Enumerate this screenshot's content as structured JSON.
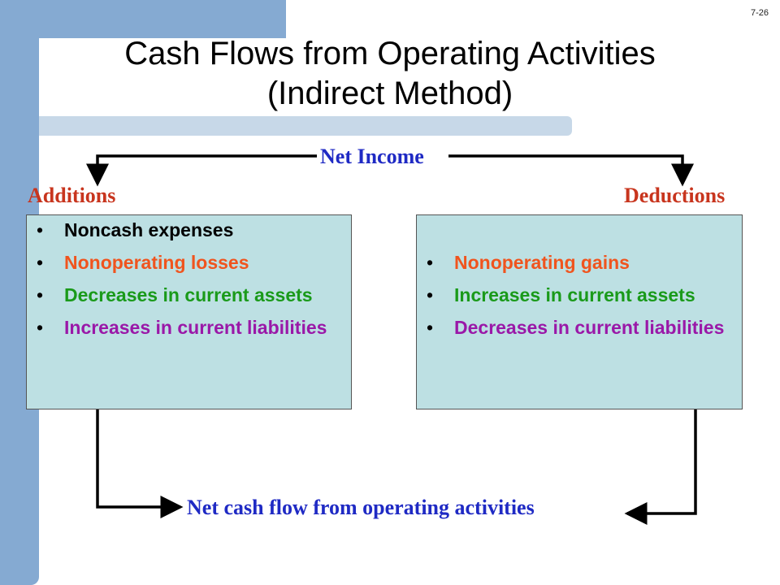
{
  "slide": {
    "number": "7-26",
    "title_line1": "Cash Flows from Operating Activities",
    "title_line2": "(Indirect Method)"
  },
  "diagram": {
    "net_income": "Net Income",
    "additions_label": "Additions",
    "deductions_label": "Deductions",
    "result_label": "Net cash flow from operating activities",
    "additions": [
      {
        "text": "Noncash expenses",
        "color": "#000000"
      },
      {
        "text": "Nonoperating losses",
        "color": "#f0541e"
      },
      {
        "text": "Decreases in current assets",
        "color": "#1a9a1a"
      },
      {
        "text": "Increases in current liabilities",
        "color": "#9a18a8"
      }
    ],
    "deductions": [
      {
        "text": "Nonoperating gains",
        "color": "#f0541e"
      },
      {
        "text": "Increases in current assets",
        "color": "#1a9a1a"
      },
      {
        "text": "Decreases in current liabilities",
        "color": "#9a18a8"
      }
    ]
  },
  "colors": {
    "frame_blue": "#85aad2",
    "box_fill": "#bde0e3",
    "label_blue": "#1f2ac4",
    "label_red": "#c8351e"
  }
}
